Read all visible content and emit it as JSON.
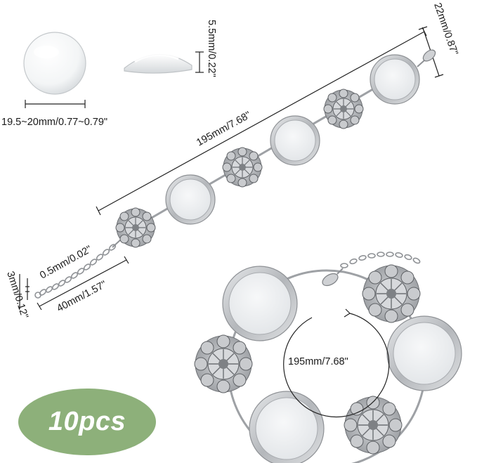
{
  "labels": {
    "cabochon_diameter": "19.5~20mm/0.77~0.79\"",
    "cabochon_thickness": "5.5mm/0.22\"",
    "bracelet_length": "195mm/7.68\"",
    "tray_diameter": "22mm/0.87\"",
    "chain_wire": "0.5mm/0.02\"",
    "chain_width": "3mm/0.12\"",
    "chain_length": "40mm/1.57\"",
    "circle_length": "195mm/7.68\""
  },
  "badge": {
    "text": "10pcs",
    "color": "#8db07a"
  },
  "colors": {
    "silver": "#c9cbcf",
    "silver_dark": "#8a8d92",
    "tray_inner": "#eef0f2",
    "line": "#222222"
  },
  "icons": [
    "glass-cabochon-icon",
    "flower-connector-icon",
    "round-tray-icon",
    "lobster-clasp-icon",
    "extender-chain-icon",
    "curved-arrow-icon"
  ]
}
